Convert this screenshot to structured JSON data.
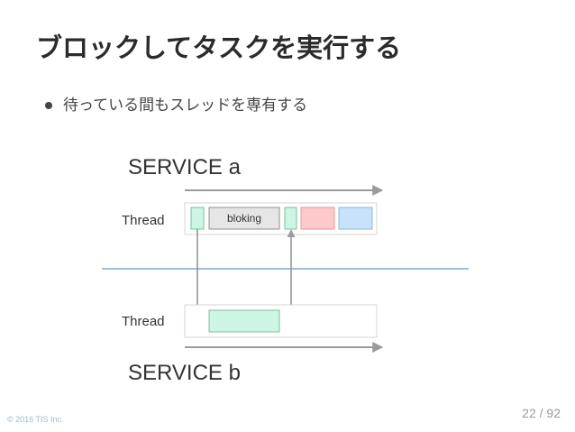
{
  "slide": {
    "title": "ブロックしてタスクを実行する",
    "bullets": [
      "待っている間もスレッドを専有する"
    ]
  },
  "diagram": {
    "service_a_label": "SERVICE a",
    "service_b_label": "SERVICE b",
    "thread_a_label": "Thread",
    "thread_b_label": "Thread",
    "blocking_label": "bloking",
    "colors": {
      "green_block": "#ccf5e4",
      "blocking_block": "#e6e6e6",
      "red_block": "#fdc9c9",
      "blue_block": "#c9e2fb",
      "divider": "#9cbfdc",
      "arrow": "#9a9a9a"
    }
  },
  "footer": {
    "copyright": "© 2016 TIS Inc.",
    "page": "22 / 92"
  }
}
